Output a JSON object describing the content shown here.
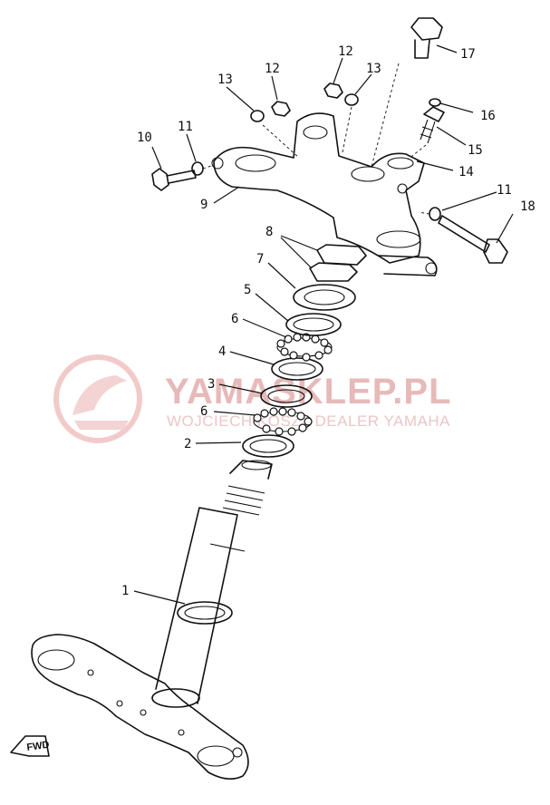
{
  "watermark": {
    "brand": "YAMASKLEP.PL",
    "tagline": "WOJCIECH KOSZ | DEALER YAMAHA",
    "color": "#e8b4b4"
  },
  "fwd_label": "FWD",
  "callouts": [
    {
      "id": "c1",
      "number": "1"
    },
    {
      "id": "c2",
      "number": "2"
    },
    {
      "id": "c3",
      "number": "3"
    },
    {
      "id": "c4",
      "number": "4"
    },
    {
      "id": "c5",
      "number": "5"
    },
    {
      "id": "c6a",
      "number": "6"
    },
    {
      "id": "c6b",
      "number": "6"
    },
    {
      "id": "c7",
      "number": "7"
    },
    {
      "id": "c8",
      "number": "8"
    },
    {
      "id": "c9",
      "number": "9"
    },
    {
      "id": "c10",
      "number": "10"
    },
    {
      "id": "c11a",
      "number": "11"
    },
    {
      "id": "c11b",
      "number": "11"
    },
    {
      "id": "c12a",
      "number": "12"
    },
    {
      "id": "c12b",
      "number": "12"
    },
    {
      "id": "c13a",
      "number": "13"
    },
    {
      "id": "c13b",
      "number": "13"
    },
    {
      "id": "c14",
      "number": "14"
    },
    {
      "id": "c15",
      "number": "15"
    },
    {
      "id": "c16",
      "number": "16"
    },
    {
      "id": "c17",
      "number": "17"
    },
    {
      "id": "c18",
      "number": "18"
    }
  ]
}
